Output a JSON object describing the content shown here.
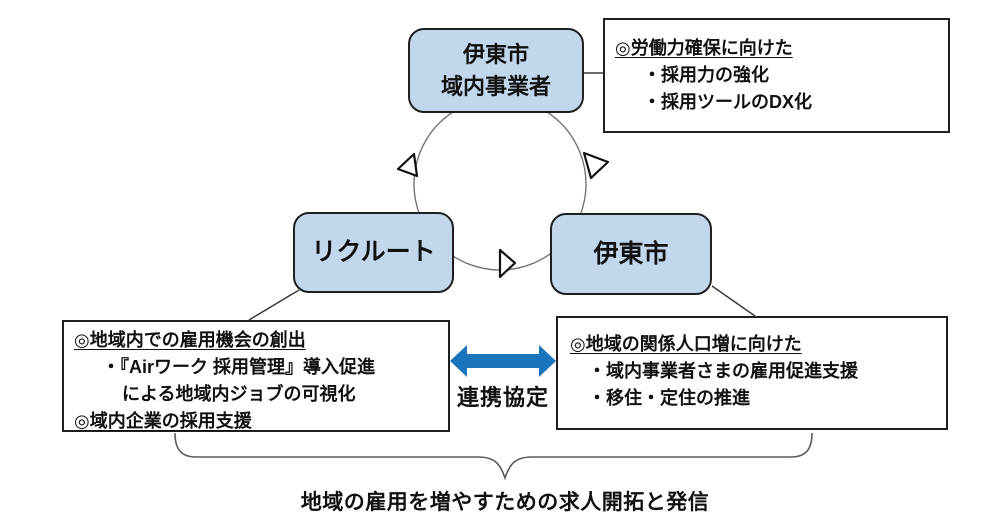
{
  "nodes": {
    "top": {
      "line1": "伊東市",
      "line2": "域内事業者"
    },
    "left": {
      "label": "リクルート"
    },
    "right": {
      "label": "伊東市"
    }
  },
  "info_top_right": {
    "heading": "◎労働力確保に向けた",
    "items": [
      "・採用力の強化",
      "・採用ツールのDX化"
    ]
  },
  "info_bottom_left": {
    "heading": "◎地域内での雇用機会の創出",
    "item1": "・『Airワーク 採用管理』導入促進",
    "item1_cont": "による地域内ジョブの可視化",
    "heading2": "◎域内企業の採用支援"
  },
  "info_bottom_right": {
    "heading": "◎地域の関係人口増に向けた",
    "items": [
      "・域内事業者さまの雇用促進支援",
      "・移住・定住の推進"
    ]
  },
  "partnership": {
    "label": "連携協定"
  },
  "caption": "地域の雇用を増やすための求人開拓と発信",
  "colors": {
    "node_fill": "#c3d7ec",
    "arrow_blue": "#1b75bc",
    "line_gray": "#6e6e6e"
  }
}
